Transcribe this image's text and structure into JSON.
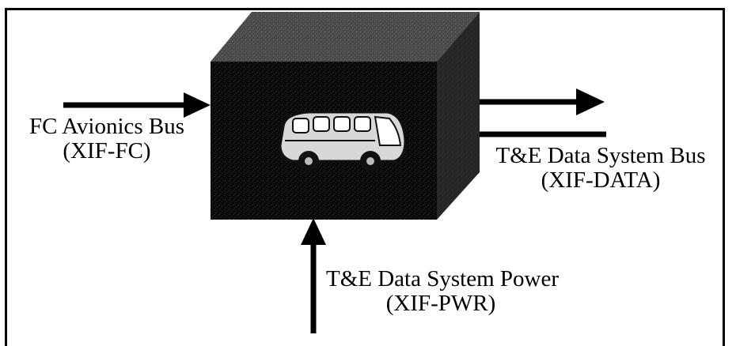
{
  "diagram": {
    "inputs": {
      "fc_bus": {
        "name": "FC Avionics Bus",
        "id": "(XIF-FC)"
      },
      "power": {
        "name": "T&E Data System Power",
        "id": "(XIF-PWR)"
      }
    },
    "outputs": {
      "data_bus": {
        "name": "T&E Data System Bus",
        "id": "(XIF-DATA)"
      }
    },
    "box_icon": "bus-icon",
    "colors": {
      "box_front": "#0a0a0a",
      "box_top": "#4a4a4a",
      "box_side": "#262626",
      "arrow": "#000000",
      "bus_body": "#d8d8d8"
    }
  }
}
